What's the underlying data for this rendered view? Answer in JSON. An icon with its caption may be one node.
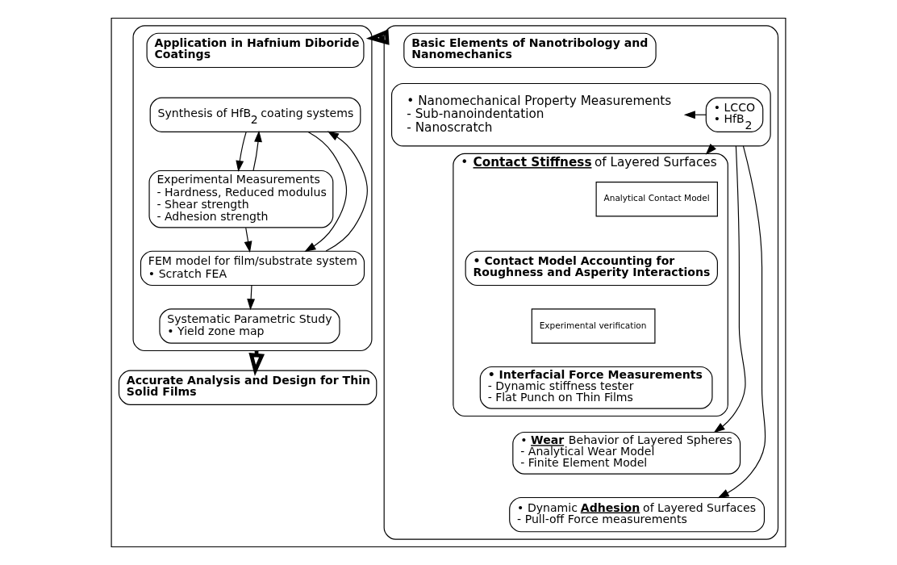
{
  "diagram": {
    "nodes": [
      {
        "text": [],
        "shape": "box"
      },
      {
        "text": [],
        "shape": "box",
        "in": 0
      },
      {
        "text": [
          "Basic Elements of Nanotribology and Nanomechanics"
        ],
        "in": 1
      },
      {
        "text": [
          "• Nanomechanical Property Measurements",
          "- Sub-nanoindentation",
          "- Nanoscratch"
        ],
        "in": 1
      },
      {
        "text": [
          "• LCCO",
          "• HfB$_{2}$"
        ],
        "in": 3
      },
      {
        "text": [
          "• **Contact Stiffness** of Layered Surfaces"
        ],
        "in": 1
      },
      {
        "text": [
          "Analytical Contact Model"
        ],
        "in": 5
      },
      {
        "text": [
          "• Contact Model Accounting for Roughness and Asperity Interactions"
        ],
        "in": 5
      },
      {
        "text": [
          "Experimental verification"
        ],
        "in": 5
      },
      {
        "text": [
          "• Interfacial Force Measurements",
          "- Dynamic stiffness tester",
          "- Flat Punch on Thin Films"
        ],
        "in": 5
      },
      {
        "text": [
          "• **Wear** Behavior of Layered Spheres",
          "- Analytical Wear Model",
          "- Finite Element Model"
        ],
        "in": 1
      },
      {
        "text": [
          "• Dynamic **Adhesion** of Layered Surfaces",
          "- Pull-off Force measurements"
        ],
        "in": 1
      },
      {
        "text": [],
        "shape": "box",
        "in": 0
      },
      {
        "text": [
          "Application in Hafnium Diboride Coatings"
        ],
        "in": 12
      },
      {
        "text": [
          "Synthesis of HfB$_{2}$ coating systems"
        ],
        "in": 12
      },
      {
        "text": [
          "Experimental Measurements",
          "- Hardness, Reduced modulus",
          "- Shear strength",
          "- Adhesion strength"
        ],
        "in": 12
      },
      {
        "text": [
          "FEM model for film/substrate system",
          "• Scratch FEA"
        ],
        "in": 12
      },
      {
        "text": [
          "Systematic Parametric Study",
          "• Yield zone map"
        ],
        "in": 12
      },
      {
        "text": [
          "Accurate Analysis and Design for Thin Solid Films"
        ],
        "in": 0
      }
    ],
    "edges": [
      {
        "from": 4,
        "to": 3,
        "arrow": "to"
      },
      {
        "from": 3,
        "to": 5,
        "arrow": "to"
      },
      {
        "from": 3,
        "to": 10,
        "arrow": "to"
      },
      {
        "from": 3,
        "to": 11,
        "arrow": "to"
      },
      {
        "from": 1,
        "to": 12,
        "arrow": "to",
        "style": "thick"
      },
      {
        "from": 14,
        "to": 16,
        "arrow": "to"
      },
      {
        "from": 14,
        "to": 15,
        "arrow": "to"
      },
      {
        "from": 15,
        "to": 16,
        "arrow": "to"
      },
      {
        "from": 16,
        "to": 14,
        "arrow": "to"
      },
      {
        "from": 15,
        "to": 14,
        "arrow": "to"
      },
      {
        "from": 16,
        "to": 17,
        "arrow": "to"
      },
      {
        "from": 12,
        "to": 18,
        "arrow": "to",
        "style": "thick"
      }
    ]
  }
}
